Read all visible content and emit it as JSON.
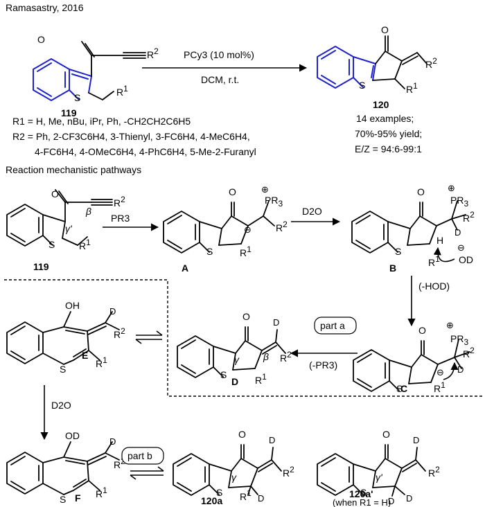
{
  "header": {
    "citation": "Ramasastry, 2016",
    "section_title": "Reaction mechanistic pathways"
  },
  "reaction": {
    "reagent": "PCy3 (10 mol%)",
    "conditions": "DCM, r.t.",
    "substrate_label": "119",
    "product_label": "120",
    "r1_scope": "R1 = H, Me, nBu, iPr, Ph, -CH2CH2C6H5",
    "r2_scope_line1": "R2 = Ph, 2-CF3C6H4, 3-Thienyl, 3-FC6H4, 4-MeC6H4,",
    "r2_scope_line2": "4-FC6H4, 4-OMeC6H4, 4-PhC6H4, 5-Me-2-Furanyl",
    "examples": "14 examples;",
    "yield": "70%-95% yield;",
    "ez": "E/Z = 94:6-99:1"
  },
  "mechanism": {
    "step1_reagent": "PR3",
    "step2_reagent": "D2O",
    "step3_reagent": "(-HOD)",
    "step4_reagent": "(-PR3)",
    "step5_reagent": "D2O",
    "part_a": "part a",
    "part_b": "part b",
    "labels": {
      "start": "119",
      "A": "A",
      "B": "B",
      "C": "C",
      "D": "D",
      "E": "E",
      "F": "F",
      "p1": "120a",
      "p2": "120a'"
    },
    "p2_note": "(when R1 = H)"
  },
  "colors": {
    "highlight": "#1f22c8"
  }
}
